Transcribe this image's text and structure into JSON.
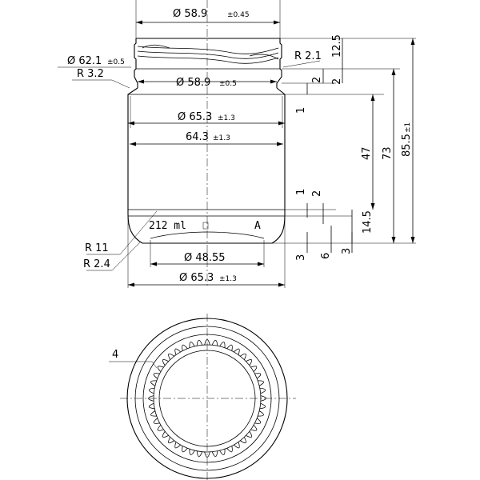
{
  "drawing": {
    "dims": {
      "top_thread_dia": "Ø 58.9",
      "top_thread_tol": "±0.45",
      "outer_thread_dia": "Ø 62.1",
      "outer_thread_tol": "±0.5",
      "neck_dia": "Ø 58.9",
      "neck_tol": "±0.5",
      "body_dia_upper": "Ø 65.3",
      "body_dia_upper_tol": "±1.3",
      "body_width": "64.3",
      "body_width_tol": "±1.3",
      "base_dia": "Ø 48.55",
      "body_dia_lower": "Ø 65.3",
      "body_dia_lower_tol": "±1.3",
      "r_top": "R 2.1",
      "r_shoulder": "R 3.2",
      "r_base": "R 11",
      "r_base_small": "R 2.4",
      "h_thread": "12.5",
      "h_neck": "2",
      "h_neck_b": "2",
      "h_step_top": "1",
      "h_label": "47",
      "h_body": "73",
      "h_total": "85.5",
      "h_total_tol": "±1",
      "h_step_low_1": "1",
      "h_step_low_2": "2",
      "h_base_band": "14.5",
      "h_base_3a": "3",
      "h_base_6": "6",
      "h_base_3b": "3",
      "capacity": "212 ml",
      "mark": "A",
      "rim_width": "4"
    }
  }
}
